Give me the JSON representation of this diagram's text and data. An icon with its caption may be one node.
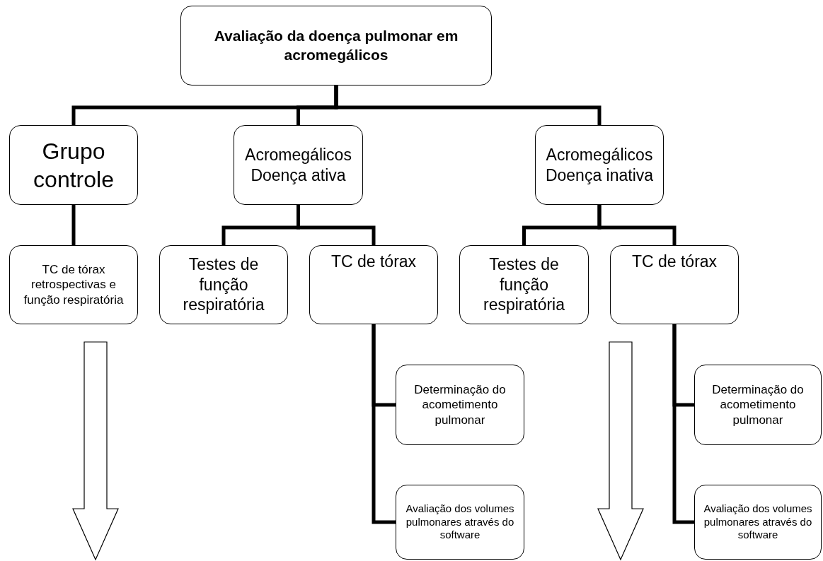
{
  "diagram": {
    "nodes": [
      {
        "text": [
          "Avaliação da doença pulmonar em acromegálicos"
        ]
      },
      {
        "text": [
          "Grupo controle"
        ]
      },
      {
        "text": [
          "Acromegálicos",
          "Doença ativa"
        ]
      },
      {
        "text": [
          "Acromegálicos",
          "Doença inativa"
        ]
      },
      {
        "text": [
          "TC de tórax retrospectivas e função respiratória"
        ]
      },
      {
        "text": [
          "Testes de função respiratória"
        ]
      },
      {
        "text": [
          "TC de tórax"
        ]
      },
      {
        "text": [
          "Testes de função respiratória"
        ]
      },
      {
        "text": [
          "TC de tórax"
        ]
      },
      {
        "text": [
          "Determinação do acometimento pulmonar"
        ]
      },
      {
        "text": [
          "Avaliação dos volumes pulmonares através do software"
        ]
      },
      {
        "text": [
          "Determinação do acometimento pulmonar"
        ]
      },
      {
        "text": [
          "Avaliação dos volumes pulmonares através do software"
        ]
      }
    ],
    "edges": [
      {
        "from": 0,
        "to": 1,
        "arrow": "none"
      },
      {
        "from": 0,
        "to": 2,
        "arrow": "none"
      },
      {
        "from": 0,
        "to": 3,
        "arrow": "none"
      },
      {
        "from": 1,
        "to": 4,
        "arrow": "none"
      },
      {
        "from": 2,
        "to": 5,
        "arrow": "none"
      },
      {
        "from": 2,
        "to": 6,
        "arrow": "none"
      },
      {
        "from": 3,
        "to": 7,
        "arrow": "none"
      },
      {
        "from": 3,
        "to": 8,
        "arrow": "none"
      },
      {
        "from": 6,
        "to": 9,
        "arrow": "none"
      },
      {
        "from": 6,
        "to": 10,
        "arrow": "none"
      },
      {
        "from": 8,
        "to": 11,
        "arrow": "none"
      },
      {
        "from": 8,
        "to": 12,
        "arrow": "none"
      }
    ]
  }
}
